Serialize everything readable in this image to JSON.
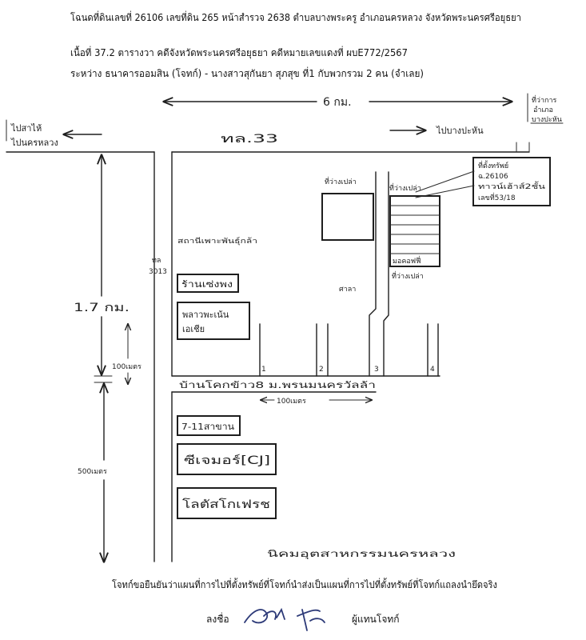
{
  "header": {
    "title_deed": "โฉนดที่ดินเลขที่ 26106  เลขที่ดิน 265 หน้าสำรวจ 2638  ตำบลบางพระครู  อำเภอนครหลวง  จังหวัดพระนครศรีอยุธยา",
    "area_case": "เนื้อที่ 37.2 ตารางวา  คดีจังหวัดพระนครศรีอยุธยา   คดีหมายเลขแดงที่ ผบE772/2567",
    "parties": "ระหว่าง  ธนาคารออมสิน  (โจทก์) - นางสาวสุกันยา สุภสุข  ที่1  กับพวกรวม 2 คน    (จำเลย)"
  },
  "map": {
    "top_distance": "6 กม.",
    "district_office": [
      "ที่ว่าการ",
      "อำเภอ",
      "บางปะหัน"
    ],
    "to_left": [
      "ไปสาไห้",
      "ไปนครหลวง"
    ],
    "main_road": "ทล.33",
    "to_right": "ไปบางปะหัน",
    "side_road": [
      "ทล",
      "3013"
    ],
    "vacant_lots": [
      "ที่ว่างเปล่า",
      "ที่ว่างเปล่า",
      "ที่ว่างเปล่า"
    ],
    "property_callout": [
      "ที่ตั้งทรัพย์",
      "ฉ.26106",
      "ทาวน์เฮ้าส์2ชั้น",
      "เลขที่53/18"
    ],
    "coffee_shop": "มอคอฟฟี่",
    "pavilion": "ศาลา",
    "landmarks": {
      "nursery": "สถานีเพาะพันธุ์กล้า",
      "shop": "ร้านเซ่งพง",
      "asia": [
        "พลาวพะเน้น",
        "เอเชีย"
      ],
      "seven_eleven": "7-11สาขาน",
      "cj": "ซีเจมอร์[CJ]",
      "lotus": "โลตัสโกเฟรช",
      "industrial_estate": "นิคมอุตสาหกรรมนครหลวง"
    },
    "soi_name": "บ้านโคกข้าว8 ม.พรนมนครวัลล้า",
    "distances": {
      "total": "1.7 กม.",
      "near": "100เมตร",
      "far": "500เมตร",
      "soi": "100เมตร"
    },
    "soi_numbers": [
      "1",
      "2",
      "3",
      "4"
    ]
  },
  "footer": {
    "statement": "โจทก์ขอยืนยันว่าแผนที่การไปที่ตั้งทรัพย์ที่โจทก์นำส่งเป็นแผนที่การไปที่ตั้งทรัพย์ที่โจทก์แถลงนำยึดจริง",
    "sign_label": "ลงชื่อ",
    "role": "ผู้แทนโจทก์"
  }
}
